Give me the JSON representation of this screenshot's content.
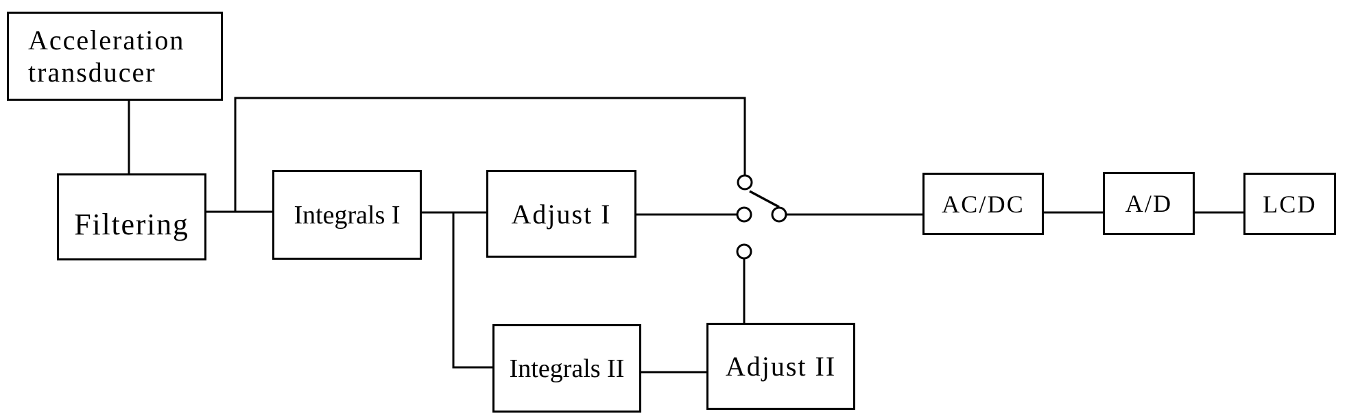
{
  "diagram": {
    "type": "block-diagram",
    "background_color": "#ffffff",
    "line_color": "#000000",
    "blocks": {
      "acceleration_transducer": {
        "line1": "Acceleration",
        "line2": "transducer"
      },
      "filtering": {
        "label": "Filtering"
      },
      "integrals_1": {
        "label": "Integrals I"
      },
      "adjust_1": {
        "label": "Adjust I"
      },
      "integrals_2": {
        "label": "Integrals II"
      },
      "adjust_2": {
        "label": "Adjust II"
      },
      "ac_dc": {
        "label": "AC/DC"
      },
      "a_d": {
        "label": "A/D"
      },
      "lcd": {
        "label": "LCD"
      }
    },
    "switch": {
      "style": "selector-switch-with-round-contacts",
      "contact_count": 4,
      "arm_position": "pole-to-top-contact"
    },
    "connections": [
      {
        "from": "Acceleration transducer",
        "to": "Filtering"
      },
      {
        "from": "Filtering",
        "to": "Integrals I"
      },
      {
        "from": "Filtering",
        "to": "switch top contact (bypass line)"
      },
      {
        "from": "Integrals I",
        "to": "Adjust I"
      },
      {
        "from": "Integrals I",
        "to": "Integrals II"
      },
      {
        "from": "Integrals II",
        "to": "Adjust II"
      },
      {
        "from": "Adjust I",
        "to": "switch left contact"
      },
      {
        "from": "Adjust II",
        "to": "switch bottom contact"
      },
      {
        "from": "switch pole",
        "to": "AC/DC"
      },
      {
        "from": "AC/DC",
        "to": "A/D"
      },
      {
        "from": "A/D",
        "to": "LCD"
      }
    ]
  }
}
